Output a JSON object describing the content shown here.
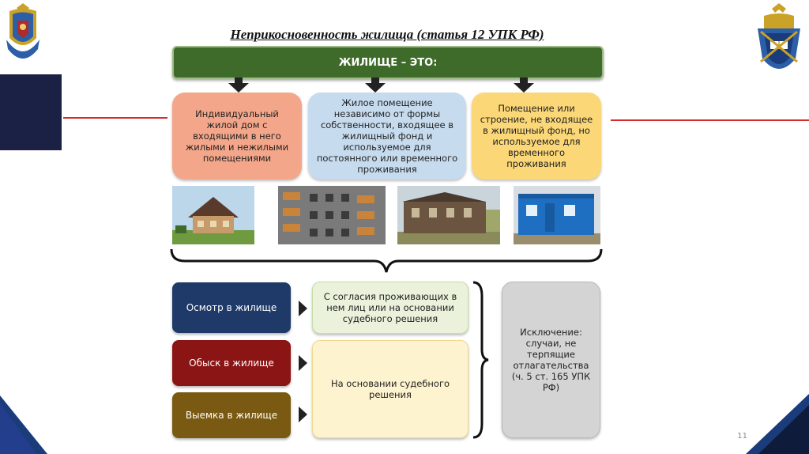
{
  "title": "Неприкосновенность жилища (статья 12 УПК РФ)",
  "header": "ЖИЛИЩЕ – ЭТО:",
  "categories": [
    {
      "text": "Индивидуальный жилой дом с входящими в него жилыми и нежилыми помещениями",
      "color": "#f4a68a"
    },
    {
      "text": "Жилое помещение независимо от формы собственности, входящее в жилищный фонд и используемое для постоянного или временного проживания",
      "color": "#c6dbee"
    },
    {
      "text": "Помещение или строение, не входящее в жилищный фонд, но используемое для временного проживания",
      "color": "#fbd777"
    }
  ],
  "photos": [
    {
      "icon": "house-photo"
    },
    {
      "icon": "apartment-building-photo"
    },
    {
      "icon": "old-wooden-house-photo"
    },
    {
      "icon": "container-cabin-photo"
    }
  ],
  "actions": [
    {
      "label": "Осмотр в жилище",
      "color": "#1f3a68"
    },
    {
      "label": "Обыск в жилище",
      "color": "#8b1414"
    },
    {
      "label": "Выемка в жилище",
      "color": "#7a5a12"
    }
  ],
  "conditions": {
    "consent": "С согласия проживающих в нем лиц или на основании судебного решения",
    "court": "На основании судебного решения"
  },
  "exception": "Исключение: случаи, не терпящие отлагательства (ч. 5 ст. 165 УПК РФ)",
  "page_number": "11",
  "colors": {
    "header_green": "#3f6b2a",
    "consent_box": "#eaf2dc",
    "court_box": "#fef3cf",
    "exception_box": "#d4d4d4",
    "accent_red": "#d42b2b",
    "navy": "#1b2145"
  }
}
